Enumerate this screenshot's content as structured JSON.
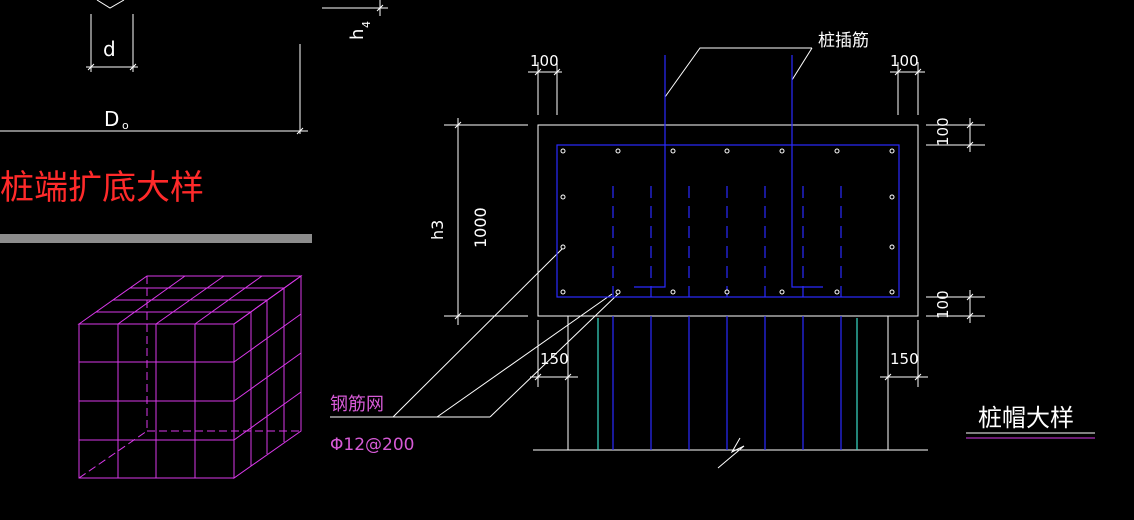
{
  "colors": {
    "background": "#000000",
    "line_white": "#ffffff",
    "rebar_blue": "#2a2aff",
    "title_red": "#ff2a2a",
    "mesh_magenta": "#d838e8",
    "highlight_cyan": "#3adcc8",
    "bar_gray": "#8c8c8c"
  },
  "labels": {
    "h4_main": "h",
    "h4_sub": "4",
    "d": "d",
    "D_main": "D",
    "D_sub": "o",
    "pile_end_title": "桩端扩底大样",
    "pile_dowel": "桩插筋",
    "dim_100_top_left": "100",
    "dim_100_top_right": "100",
    "dim_100_right_top": "100",
    "dim_100_right_bottom": "100",
    "dim_1000": "1000",
    "h3": "h3",
    "dim_150_left": "150",
    "dim_150_right": "150",
    "mesh": "钢筋网",
    "rebar_spec": "Φ12@200",
    "pile_cap_title": "桩帽大样"
  }
}
